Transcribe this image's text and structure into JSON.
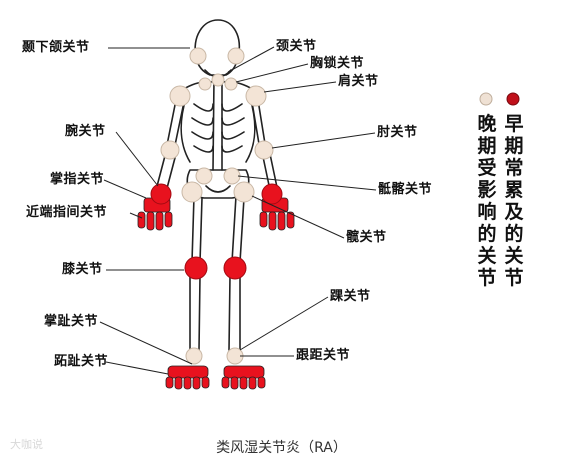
{
  "labels": {
    "tmj": "颞下颌关节",
    "neck": "颈关节",
    "sternoclavicular": "胸锁关节",
    "shoulder": "肩关节",
    "wrist": "腕关节",
    "elbow": "肘关节",
    "mcp": "掌指关节",
    "sacroiliac": "骶髂关节",
    "pip": "近端指间关节",
    "hip": "髋关节",
    "knee": "膝关节",
    "ankle": "踝关节",
    "mtp": "掌趾关节",
    "heel": "跟距关节",
    "toe": "跖趾关节"
  },
  "legend": {
    "early": "早期常累及的关节",
    "late": "晚期受影响的关节",
    "early_color": "#c0101a",
    "late_color": "#efe1d4"
  },
  "colors": {
    "early_joint": "#e8121e",
    "late_joint": "#f3e4d6",
    "late_joint_stroke": "#c9b8a6",
    "bone_stroke": "#222222",
    "leader_line": "#222222"
  },
  "caption": "类风湿关节炎（RA）",
  "watermark": "大咖说",
  "icons": [
    "skeleton-figure",
    "early-joint-dot",
    "late-joint-dot"
  ]
}
